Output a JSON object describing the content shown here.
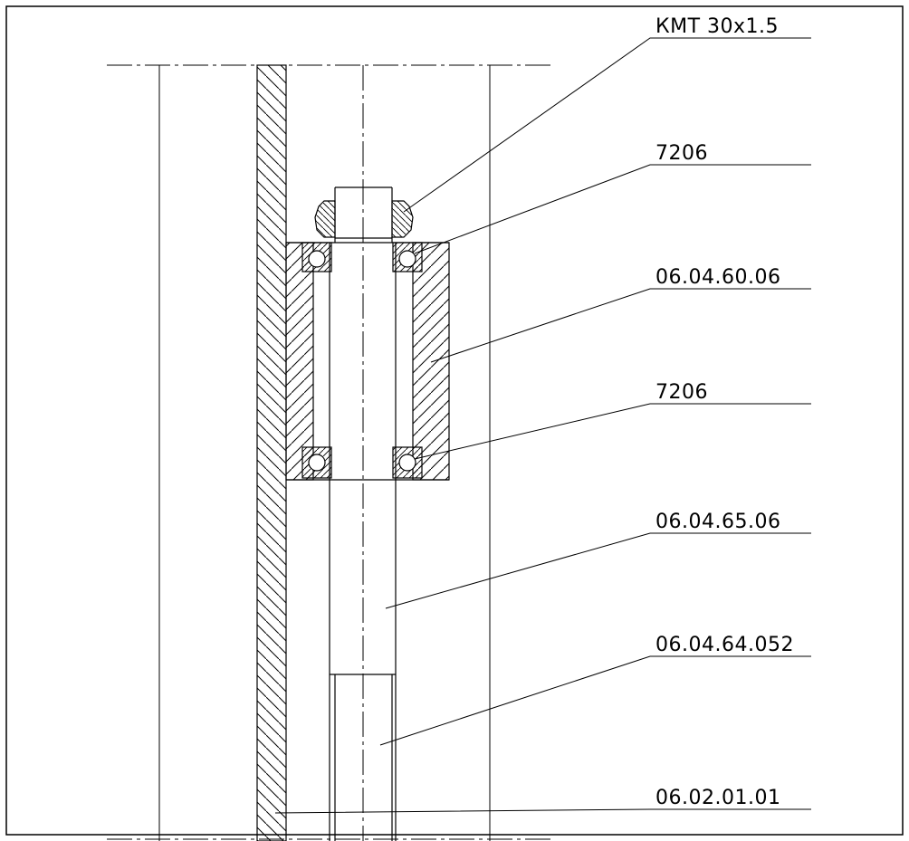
{
  "drawing": {
    "stroke_color": "#000000",
    "background_color": "#ffffff",
    "callouts": [
      {
        "label": "КМТ  30x1.5"
      },
      {
        "label": "7206"
      },
      {
        "label": "06.04.60.06"
      },
      {
        "label": "7206"
      },
      {
        "label": "06.04.65.06"
      },
      {
        "label": "06.04.64.052"
      },
      {
        "label": "06.02.01.01"
      }
    ]
  }
}
